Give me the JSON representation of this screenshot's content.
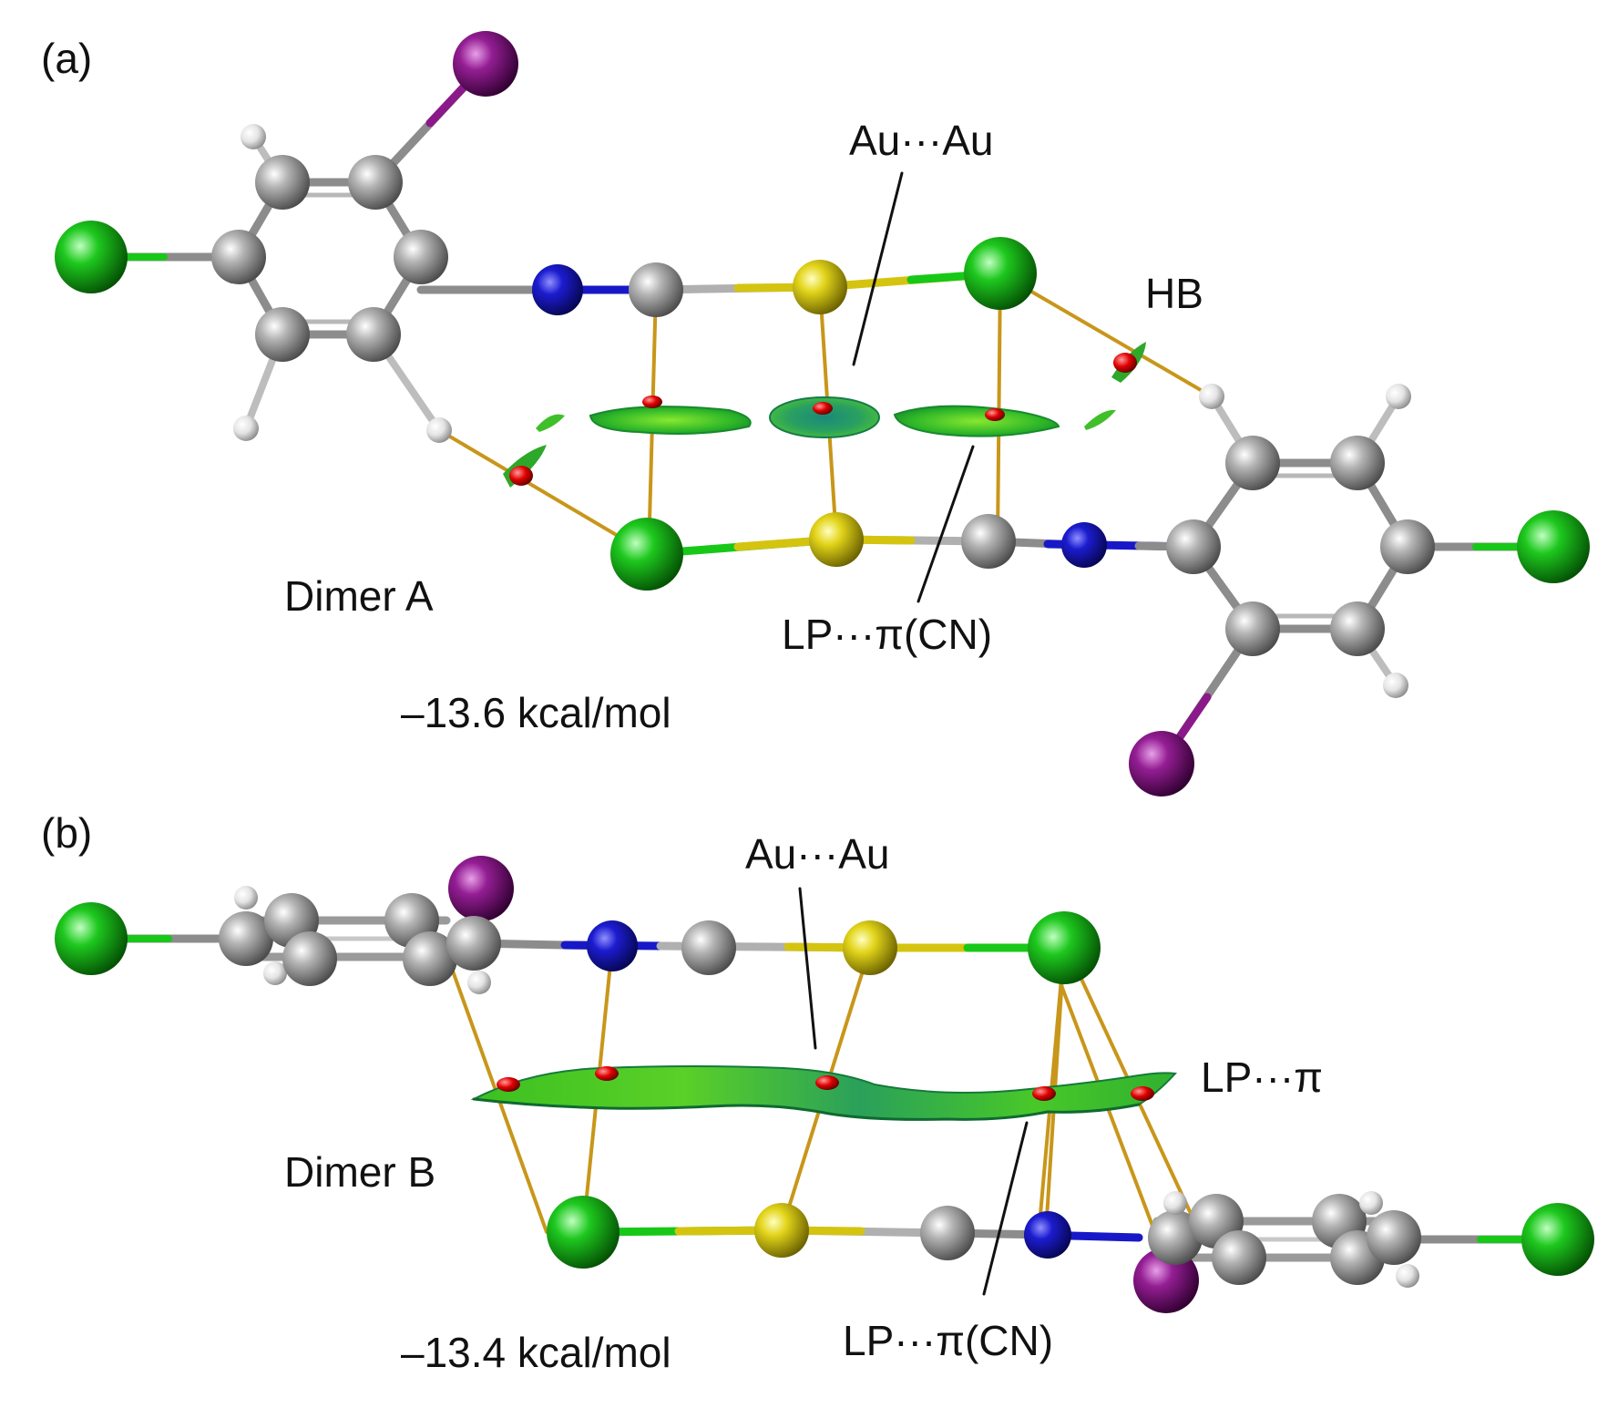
{
  "panels": [
    {
      "tag": "(a)",
      "dimer": "Dimer A",
      "energy": "–13.6 kcal/mol",
      "labels": [
        "Au···Au",
        "HB",
        "LP···π(CN)"
      ]
    },
    {
      "tag": "(b)",
      "dimer": "Dimer B",
      "energy": "–13.4 kcal/mol",
      "labels": [
        "Au···Au",
        "LP···π",
        "LP···π(CN)"
      ]
    }
  ],
  "colors": {
    "carbon": "#8c8c8c",
    "hydrogen": "#e6e6e6",
    "nitrogen": "#1818c8",
    "gold": "#d4c410",
    "chlorine": "#18b818",
    "iodine": "#8a1a8a",
    "interaction": "#c8961a",
    "surface": "#3fbf2a",
    "critical_point": "#e00000"
  }
}
